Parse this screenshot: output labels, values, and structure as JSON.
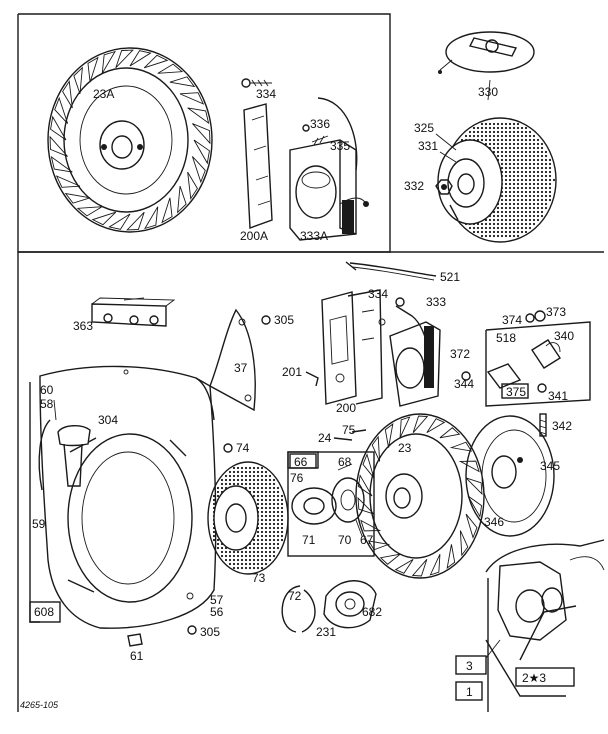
{
  "parts": [
    {
      "id": "p23A",
      "label": "23A"
    },
    {
      "id": "p334a",
      "label": "334"
    },
    {
      "id": "p336",
      "label": "336"
    },
    {
      "id": "p335",
      "label": "335"
    },
    {
      "id": "p200A",
      "label": "200A"
    },
    {
      "id": "p333A",
      "label": "333A"
    },
    {
      "id": "p330",
      "label": "330"
    },
    {
      "id": "p325",
      "label": "325"
    },
    {
      "id": "p331",
      "label": "331"
    },
    {
      "id": "p332",
      "label": "332"
    },
    {
      "id": "p521",
      "label": "521"
    },
    {
      "id": "p334b",
      "label": "334"
    },
    {
      "id": "p333",
      "label": "333"
    },
    {
      "id": "p363",
      "label": "363"
    },
    {
      "id": "p305a",
      "label": "305"
    },
    {
      "id": "p374",
      "label": "374"
    },
    {
      "id": "p373",
      "label": "373"
    },
    {
      "id": "p518",
      "label": "518"
    },
    {
      "id": "p340",
      "label": "340"
    },
    {
      "id": "p372",
      "label": "372"
    },
    {
      "id": "p344",
      "label": "344"
    },
    {
      "id": "p375",
      "label": "375"
    },
    {
      "id": "p341",
      "label": "341"
    },
    {
      "id": "p37",
      "label": "37"
    },
    {
      "id": "p201",
      "label": "201"
    },
    {
      "id": "p200",
      "label": "200"
    },
    {
      "id": "p60",
      "label": "60"
    },
    {
      "id": "p58",
      "label": "58"
    },
    {
      "id": "p304",
      "label": "304"
    },
    {
      "id": "p342",
      "label": "342"
    },
    {
      "id": "p75",
      "label": "75"
    },
    {
      "id": "p24",
      "label": "24"
    },
    {
      "id": "p23",
      "label": "23"
    },
    {
      "id": "p74",
      "label": "74"
    },
    {
      "id": "p66",
      "label": "66"
    },
    {
      "id": "p68",
      "label": "68"
    },
    {
      "id": "p345",
      "label": "345"
    },
    {
      "id": "p76",
      "label": "76"
    },
    {
      "id": "p59",
      "label": "59"
    },
    {
      "id": "p71",
      "label": "71"
    },
    {
      "id": "p70",
      "label": "70"
    },
    {
      "id": "p67",
      "label": "67"
    },
    {
      "id": "p346",
      "label": "346"
    },
    {
      "id": "p73",
      "label": "73"
    },
    {
      "id": "p57",
      "label": "57"
    },
    {
      "id": "p56",
      "label": "56"
    },
    {
      "id": "p72",
      "label": "72"
    },
    {
      "id": "p682",
      "label": "682"
    },
    {
      "id": "p608",
      "label": "608"
    },
    {
      "id": "p305b",
      "label": "305"
    },
    {
      "id": "p231",
      "label": "231"
    },
    {
      "id": "p61",
      "label": "61"
    },
    {
      "id": "p3a",
      "label": "3"
    },
    {
      "id": "p1",
      "label": "1"
    },
    {
      "id": "p2star3",
      "label": "2★3"
    }
  ],
  "footer": {
    "drawing_code": "4265-105"
  }
}
